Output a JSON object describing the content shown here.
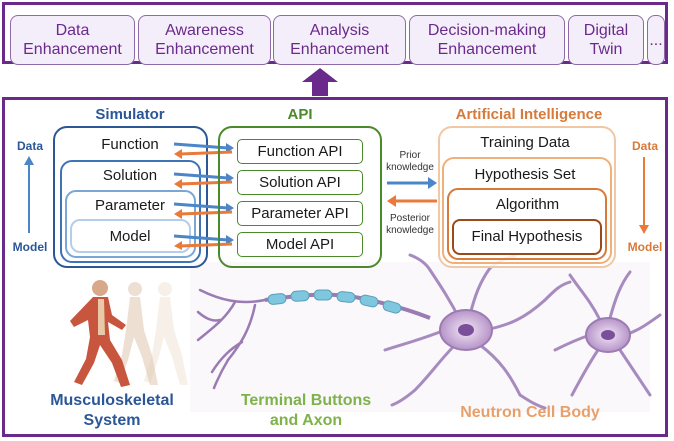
{
  "top_bar": {
    "items": [
      "Data\nEnhancement",
      "Awareness\nEnhancement",
      "Analysis\nEnhancement",
      "Decision-making\nEnhancement",
      "Digital\nTwin",
      "..."
    ]
  },
  "simulator": {
    "title": "Simulator",
    "items": [
      "Function",
      "Solution",
      "Parameter",
      "Model"
    ],
    "axis_top": "Data",
    "axis_bottom": "Model"
  },
  "api": {
    "title": "API",
    "items": [
      "Function API",
      "Solution API",
      "Parameter API",
      "Model API"
    ]
  },
  "knowledge": {
    "prior": "Prior\nknowledge",
    "posterior": "Posterior\nknowledge"
  },
  "ai": {
    "title": "Artificial Intelligence",
    "items": [
      "Training Data",
      "Hypothesis Set",
      "Algorithm",
      "Final Hypothesis"
    ],
    "axis_top": "Data",
    "axis_bottom": "Model"
  },
  "captions": {
    "musculo": "Musculoskeletal\nSystem",
    "terminal": "Terminal Buttons\nand Axon",
    "cell_body": "Neutron Cell Body"
  },
  "colors": {
    "frame": "#6a2a8c",
    "simulator": "#2b5797",
    "api": "#4a8a2a",
    "ai": "#d77a3a",
    "arrow_blue": "#4a86c8",
    "arrow_orange": "#e87a3a"
  }
}
